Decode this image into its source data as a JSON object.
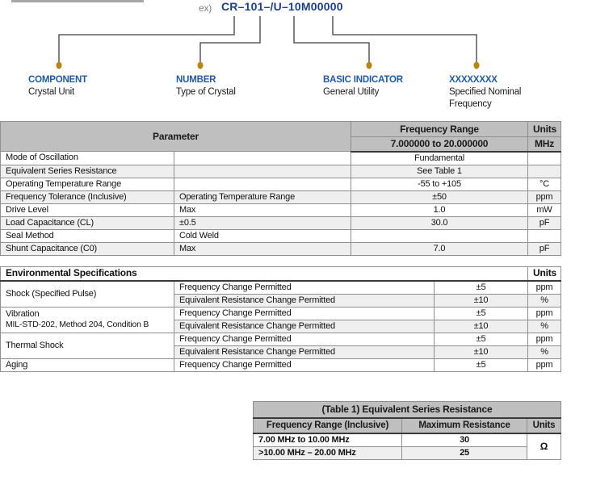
{
  "colors": {
    "accent_blue": "#1f5aa8",
    "part_blue": "#1c3f94",
    "header_gray": "#bfbfbf",
    "zebra_gray": "#efefef",
    "dot_gold": "#b8860b",
    "line_dark": "#3f3f3f"
  },
  "part_number_diagram": {
    "prefix": "ex)",
    "part_number": "CR–101–/U–10M00000",
    "callouts": [
      {
        "label": "COMPONENT",
        "description": "Crystal Unit"
      },
      {
        "label": "NUMBER",
        "description": "Type of Crystal"
      },
      {
        "label": "BASIC INDICATOR",
        "description": "General Utility"
      },
      {
        "label": "XXXXXXXX",
        "description": "Specified Nominal\nFrequency"
      }
    ]
  },
  "parameter_table": {
    "header": {
      "parameter": "Parameter",
      "frequency_range": "Frequency Range",
      "range_value": "7.000000 to 20.000000",
      "units": "Units",
      "units_value": "MHz"
    },
    "rows": [
      {
        "parameter": "Mode of Oscillation",
        "condition": "",
        "value": "Fundamental",
        "unit": ""
      },
      {
        "parameter": "Equivalent Series Resistance",
        "condition": "",
        "value": "See Table 1",
        "unit": ""
      },
      {
        "parameter": "Operating Temperature Range",
        "condition": "",
        "value": "-55 to +105",
        "unit": "°C"
      },
      {
        "parameter": "Frequency Tolerance (Inclusive)",
        "condition": "Operating Temperature Range",
        "value": "±50",
        "unit": "ppm"
      },
      {
        "parameter": "Drive Level",
        "condition": "Max",
        "value": "1.0",
        "unit": "mW"
      },
      {
        "parameter": "Load Capacitance (CL)",
        "condition": "±0.5",
        "value": "30.0",
        "unit": "pF"
      },
      {
        "parameter": "Seal Method",
        "condition": "Cold Weld",
        "value": "",
        "unit": ""
      },
      {
        "parameter": "Shunt Capacitance (C0)",
        "condition": "Max",
        "value": "7.0",
        "unit": "pF"
      }
    ]
  },
  "environmental_table": {
    "title": "Environmental Specifications",
    "units_header": "Units",
    "groups": [
      {
        "name": "Shock (Specified Pulse)",
        "sub": "",
        "rows": [
          {
            "test": "Frequency Change Permitted",
            "value": "±5",
            "unit": "ppm"
          },
          {
            "test": "Equivalent Resistance Change Permitted",
            "value": "±10",
            "unit": "%"
          }
        ]
      },
      {
        "name": "Vibration",
        "sub": "MIL-STD-202, Method 204, Condition B",
        "rows": [
          {
            "test": "Frequency Change Permitted",
            "value": "±5",
            "unit": "ppm"
          },
          {
            "test": "Equivalent Resistance Change Permitted",
            "value": "±10",
            "unit": "%"
          }
        ]
      },
      {
        "name": "Thermal Shock",
        "sub": "",
        "rows": [
          {
            "test": "Frequency Change Permitted",
            "value": "±5",
            "unit": "ppm"
          },
          {
            "test": "Equivalent Resistance Change Permitted",
            "value": "±10",
            "unit": "%"
          }
        ]
      },
      {
        "name": "Aging",
        "sub": "",
        "rows": [
          {
            "test": "Frequency Change Permitted",
            "value": "±5",
            "unit": "ppm"
          }
        ]
      }
    ]
  },
  "table1": {
    "title": "(Table 1) Equivalent Series Resistance",
    "col_headers": [
      "Frequency Range (Inclusive)",
      "Maximum Resistance",
      "Units"
    ],
    "rows": [
      {
        "range": "7.00 MHz to 10.00 MHz",
        "resistance": "30"
      },
      {
        "range": ">10.00 MHz – 20.00 MHz",
        "resistance": "25"
      }
    ],
    "shared_unit": "Ω"
  }
}
